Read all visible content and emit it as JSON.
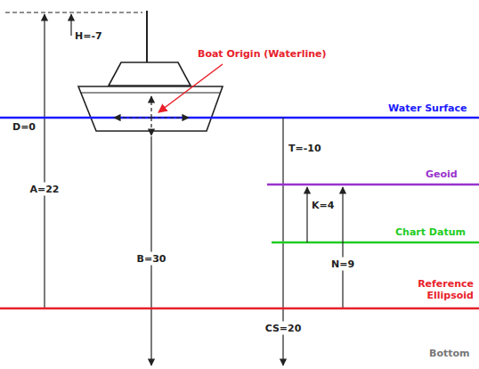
{
  "diagram": {
    "labels": [
      "H=-7",
      "Boat Origin (Waterline)",
      "Water Surface",
      "D=0",
      "T=-10",
      "Geoid",
      "A=22",
      "B=30",
      "K=4",
      "Chart Datum",
      "N=9",
      "Reference Ellipsoid",
      "CS=20",
      "Bottom"
    ]
  }
}
